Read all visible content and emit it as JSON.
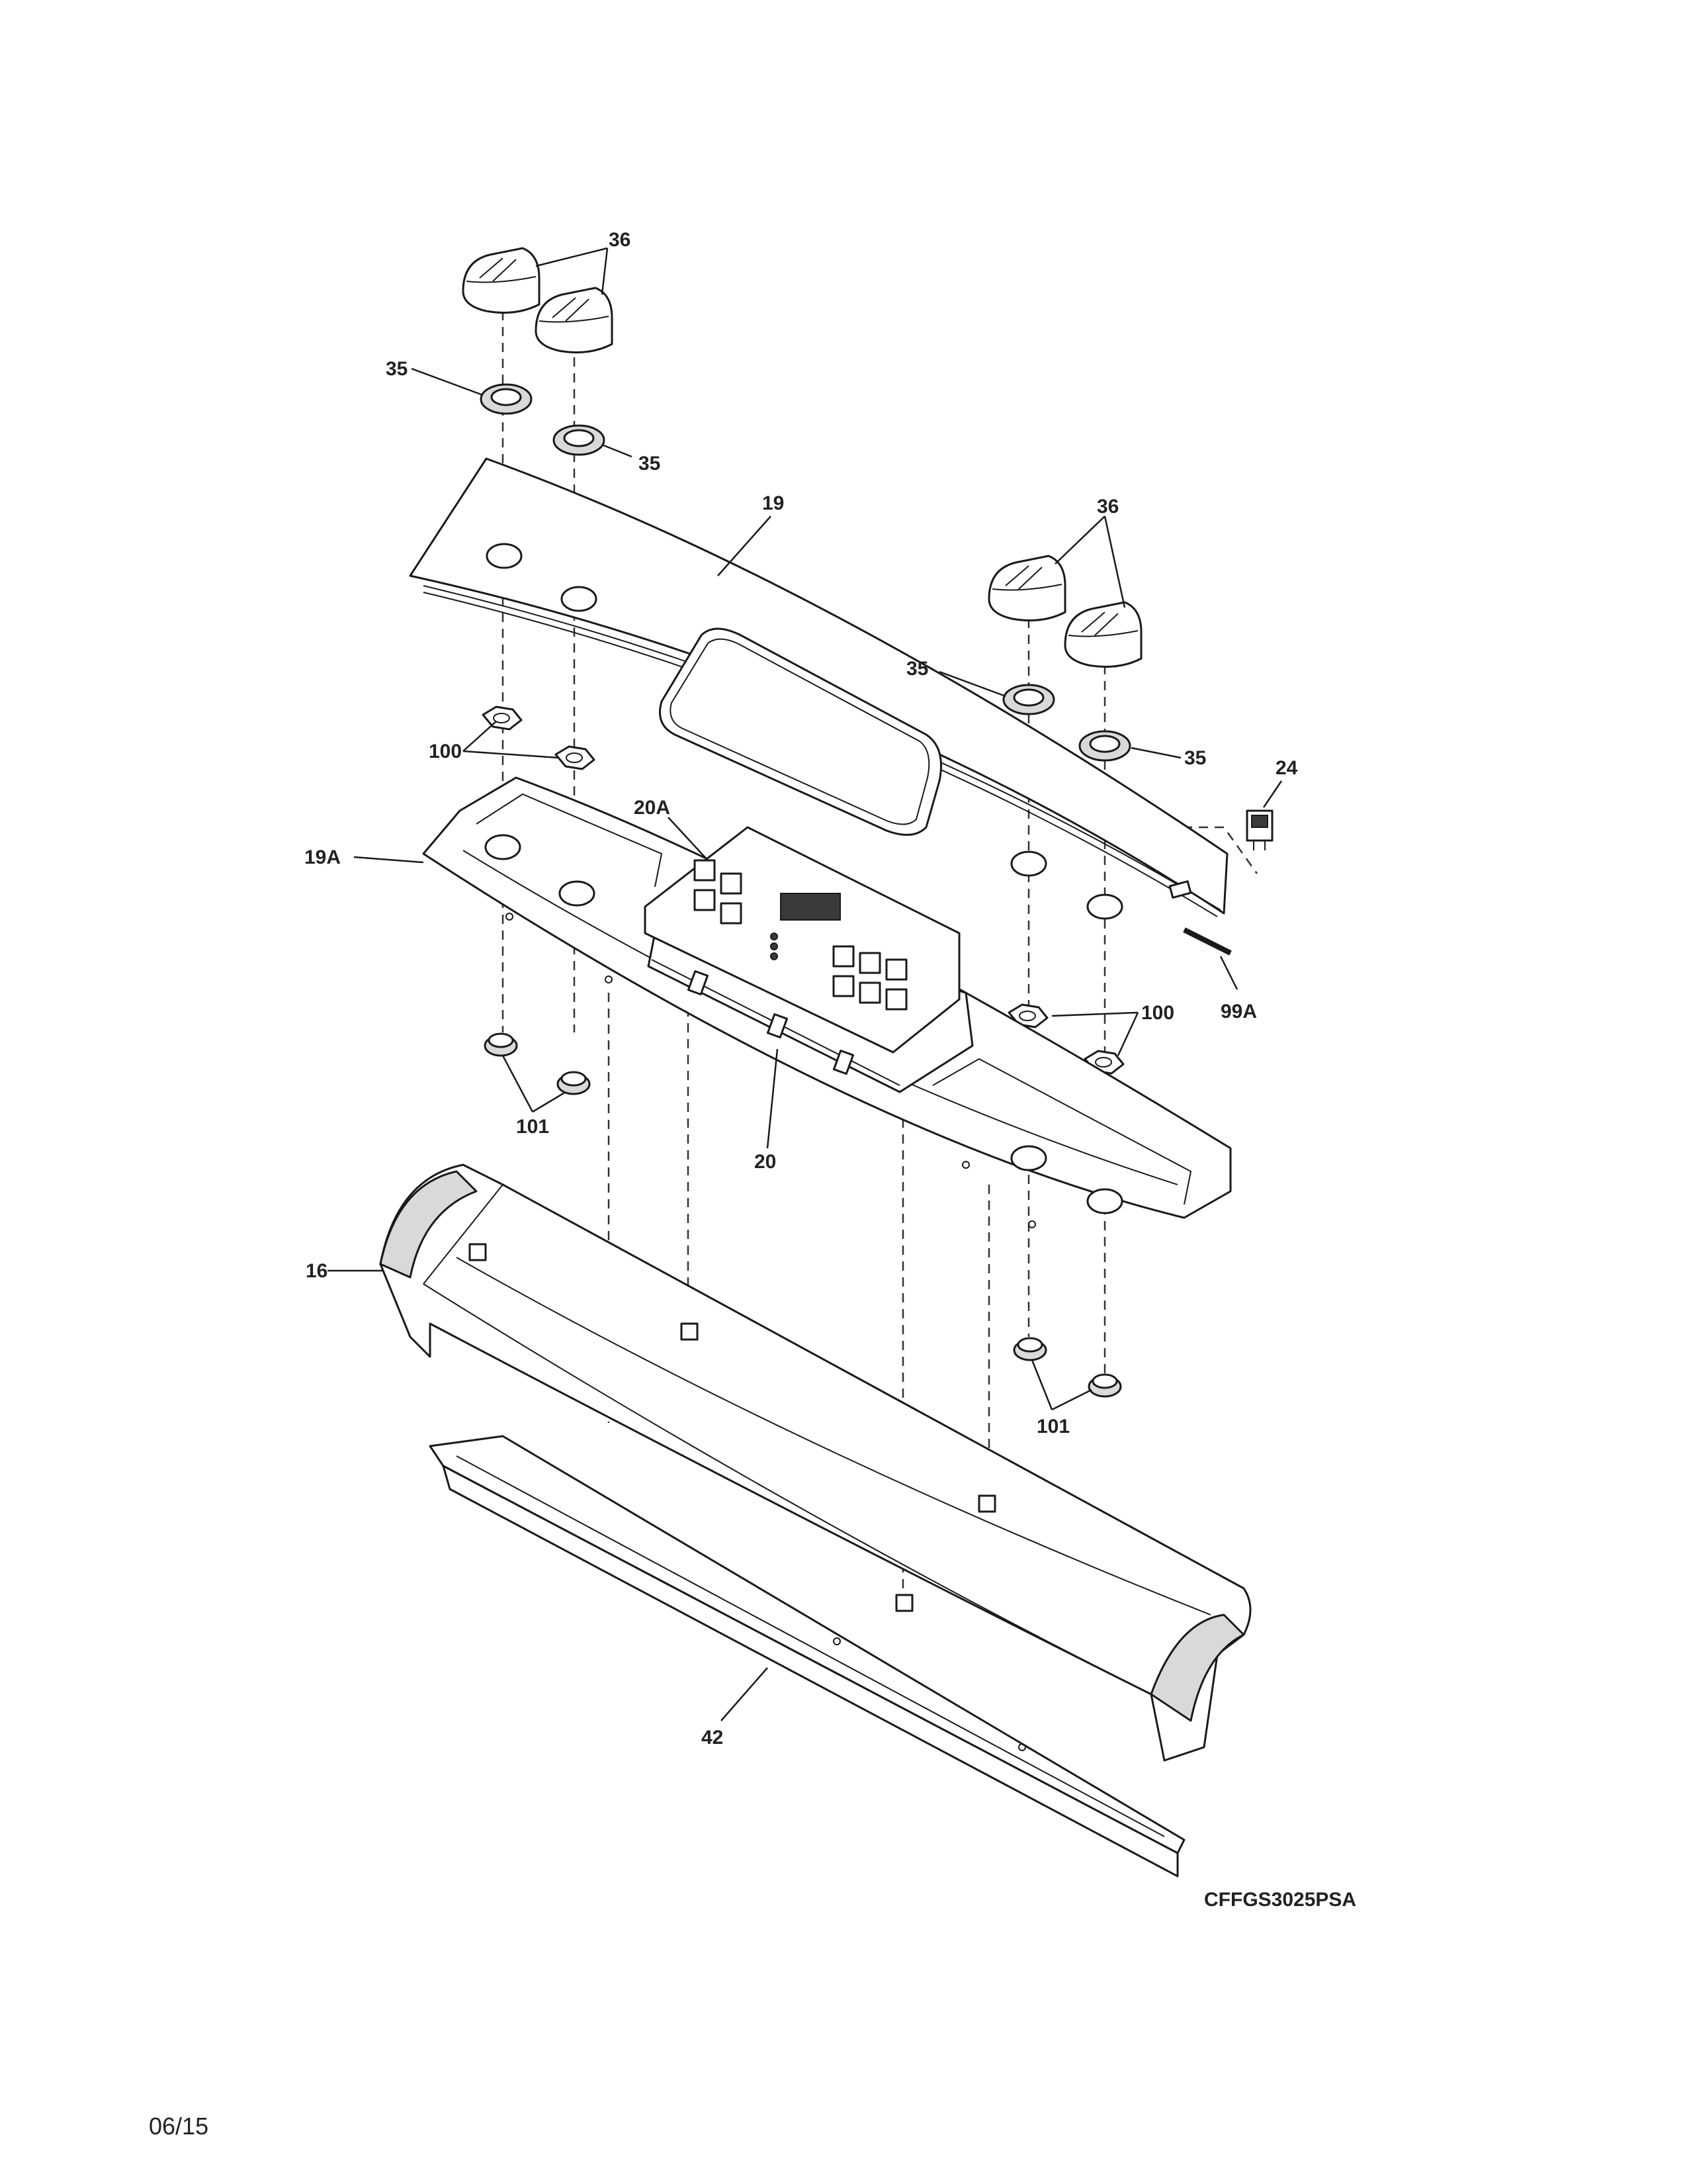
{
  "callouts": {
    "c36_top": "36",
    "c35_a": "35",
    "c35_b": "35",
    "c19": "19",
    "c36_right": "36",
    "c35_c": "35",
    "c35_d": "35",
    "c24": "24",
    "c100_left": "100",
    "c20a": "20A",
    "c19a": "19A",
    "c100_right": "100",
    "c99a": "99A",
    "c101_left": "101",
    "c20": "20",
    "c16": "16",
    "c101_right": "101",
    "c42": "42"
  },
  "model_number": "CFFGS3025PSA",
  "revision_date": "06/15"
}
